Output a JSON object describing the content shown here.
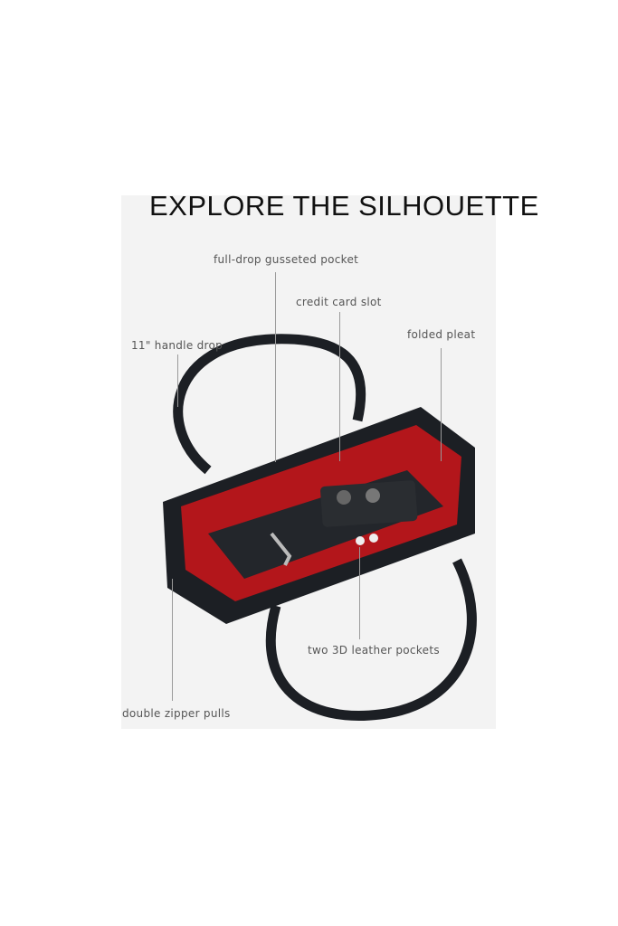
{
  "title": "EXPLORE THE SILHOUETTE",
  "callouts": {
    "gusseted_pocket": "full-drop gusseted pocket",
    "credit_card_slot": "credit card slot",
    "handle_drop": "11\" handle drop",
    "folded_pleat": "folded pleat",
    "leather_pockets": "two 3D leather pockets",
    "zipper_pulls": "double zipper pulls"
  },
  "colors": {
    "panel": "#f3f3f3",
    "leather": "#1c1f24",
    "lining": "#b3161b"
  }
}
